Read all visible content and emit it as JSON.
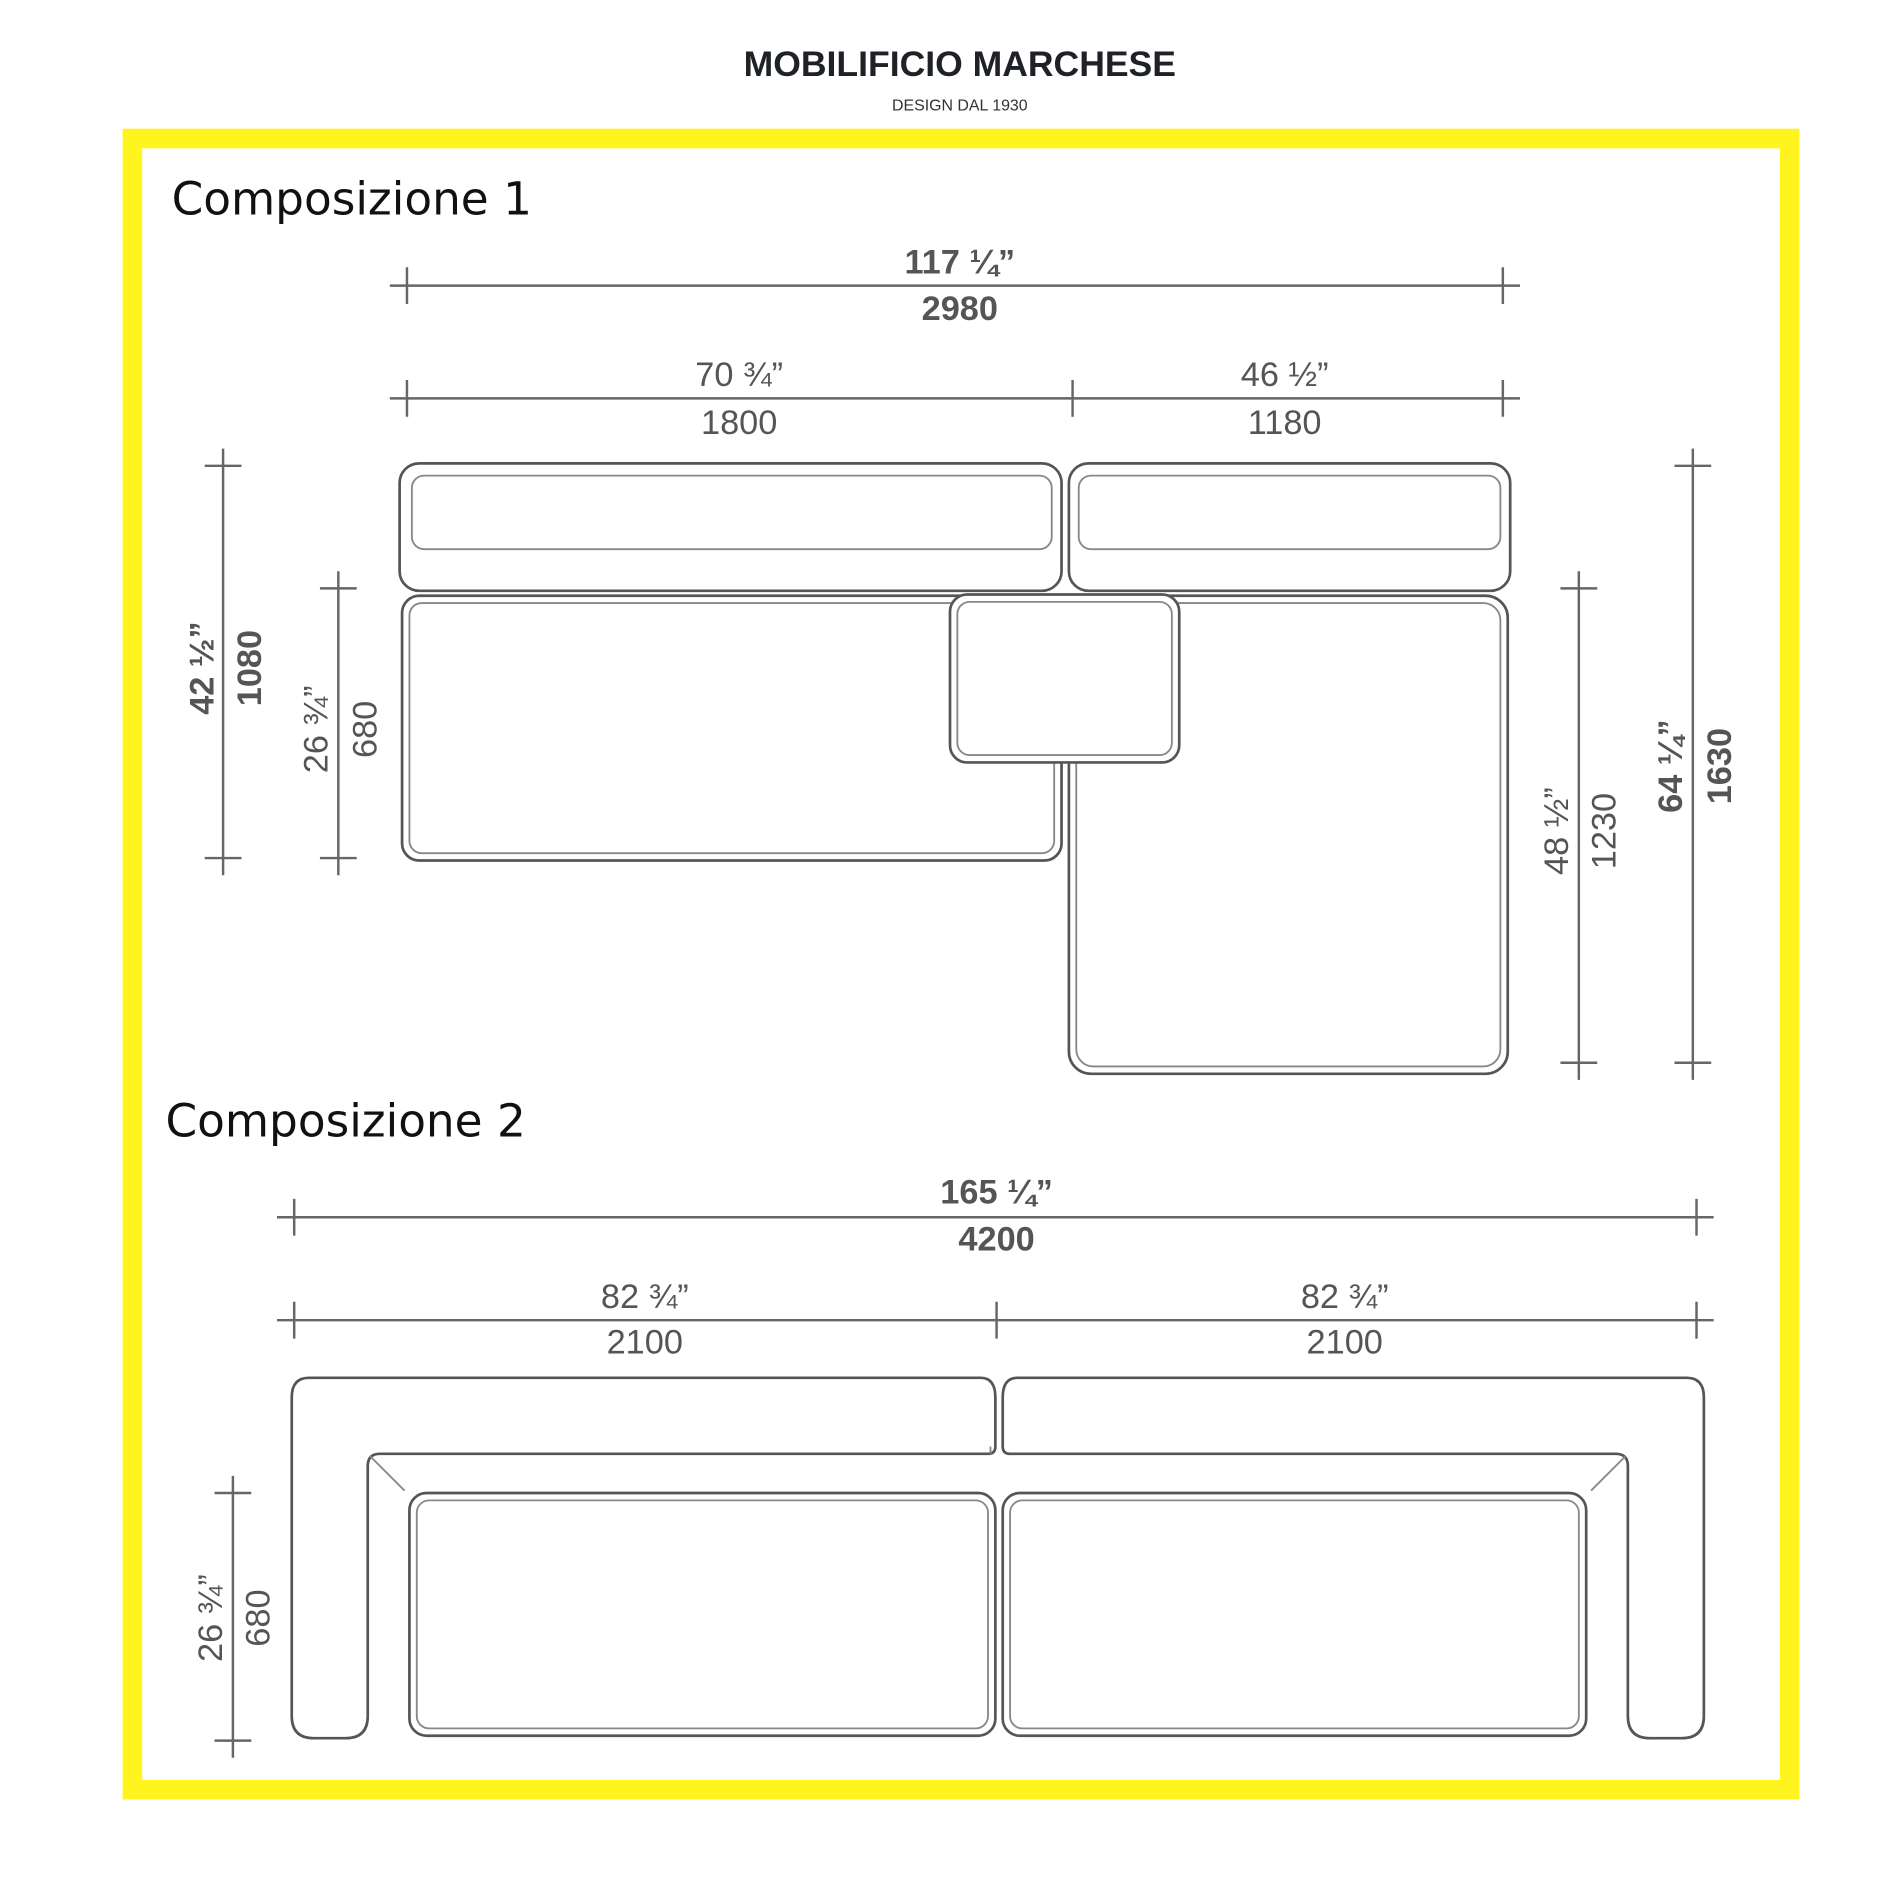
{
  "header": {
    "brand": "MOBILIFICIO MARCHESE",
    "tagline": "DESIGN DAL 1930"
  },
  "colors": {
    "frame": "#FFF41E",
    "lines": "#555555"
  },
  "composition1": {
    "title": "Composizione 1",
    "overall_width": {
      "in": "117 ¼”",
      "mm": "2980"
    },
    "left_width": {
      "in": "70 ¾”",
      "mm": "1800"
    },
    "right_width": {
      "in": "46 ½”",
      "mm": "1180"
    },
    "left_depth": {
      "in": "42 ½”",
      "mm": "1080"
    },
    "seat_depth": {
      "in": "26 ¾”",
      "mm": "680"
    },
    "chaise_depth": {
      "in": "48 ½”",
      "mm": "1230"
    },
    "overall_depth": {
      "in": "64 ¼”",
      "mm": "1630"
    }
  },
  "composition2": {
    "title": "Composizione 2",
    "overall_width": {
      "in": "165 ¼”",
      "mm": "4200"
    },
    "left_width": {
      "in": "82 ¾”",
      "mm": "2100"
    },
    "right_width": {
      "in": "82 ¾”",
      "mm": "2100"
    },
    "seat_depth": {
      "in": "26 ¾”",
      "mm": "680"
    }
  }
}
